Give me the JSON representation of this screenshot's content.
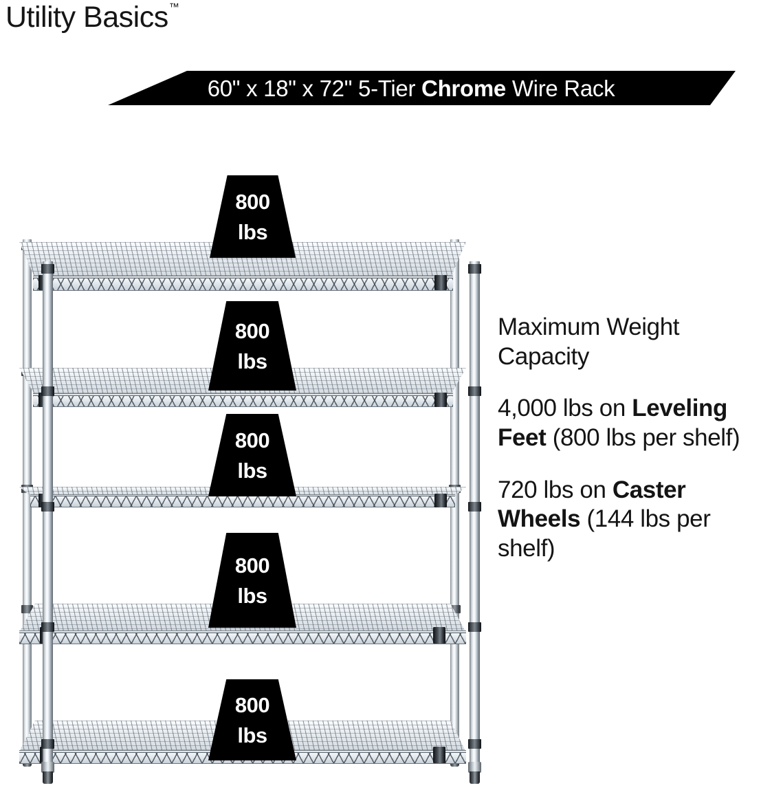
{
  "brand": {
    "name": "Utility Basics",
    "trademark": "™"
  },
  "banner": {
    "dimensions": "60\" x 18\" x 72\"",
    "tier": "5-Tier",
    "material": "Chrome",
    "product": "Wire Rack",
    "full_text": "60\" x 18\" x 72\" 5-Tier Chrome Wire Rack",
    "background_color": "#000000",
    "text_color": "#ffffff"
  },
  "capacity": {
    "heading": "Maximum Weight Capacity",
    "leveling_feet": {
      "total": "4,000 lbs",
      "prefix": "4,000 lbs on ",
      "mount": "Leveling Feet",
      "suffix": " (800 lbs per shelf)",
      "per_shelf": "800 lbs"
    },
    "caster_wheels": {
      "total": "720 lbs",
      "prefix": "720 lbs on ",
      "mount": "Caster Wheels",
      "suffix": " (144 lbs per shelf)",
      "per_shelf": "144 lbs"
    }
  },
  "shelf_badges": [
    {
      "value": "800",
      "unit": "lbs"
    },
    {
      "value": "800",
      "unit": "lbs"
    },
    {
      "value": "800",
      "unit": "lbs"
    },
    {
      "value": "800",
      "unit": "lbs"
    },
    {
      "value": "800",
      "unit": "lbs"
    }
  ],
  "product": {
    "shelf_count": 5,
    "finish": "chrome"
  }
}
